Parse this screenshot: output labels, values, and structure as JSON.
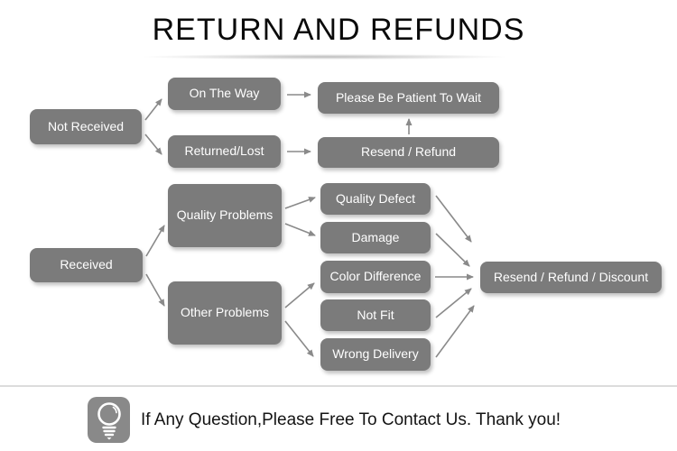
{
  "title": "RETURN AND REFUNDS",
  "flow": {
    "not_received": "Not Received",
    "on_the_way": "On The Way",
    "returned_lost": "Returned/Lost",
    "please_wait": "Please Be Patient To Wait",
    "resend_refund": "Resend / Refund",
    "received": "Received",
    "quality_problems": "Quality Problems",
    "other_problems": "Other Problems",
    "quality_defect": "Quality Defect",
    "damage": "Damage",
    "color_difference": "Color Difference",
    "not_fit": "Not Fit",
    "wrong_delivery": "Wrong Delivery",
    "resend_refund_discount": "Resend / Refund / Discount"
  },
  "footer": {
    "icon": "lightbulb-icon",
    "message": "If Any Question,Please Free To Contact Us. Thank you!"
  },
  "colors": {
    "node_fill": "#7b7b7b",
    "node_text": "#ffffff",
    "arrow": "#8a8a8a",
    "divider": "#dcdcdc",
    "title_text": "#0a0a0a",
    "icon_fill": "#898989"
  }
}
